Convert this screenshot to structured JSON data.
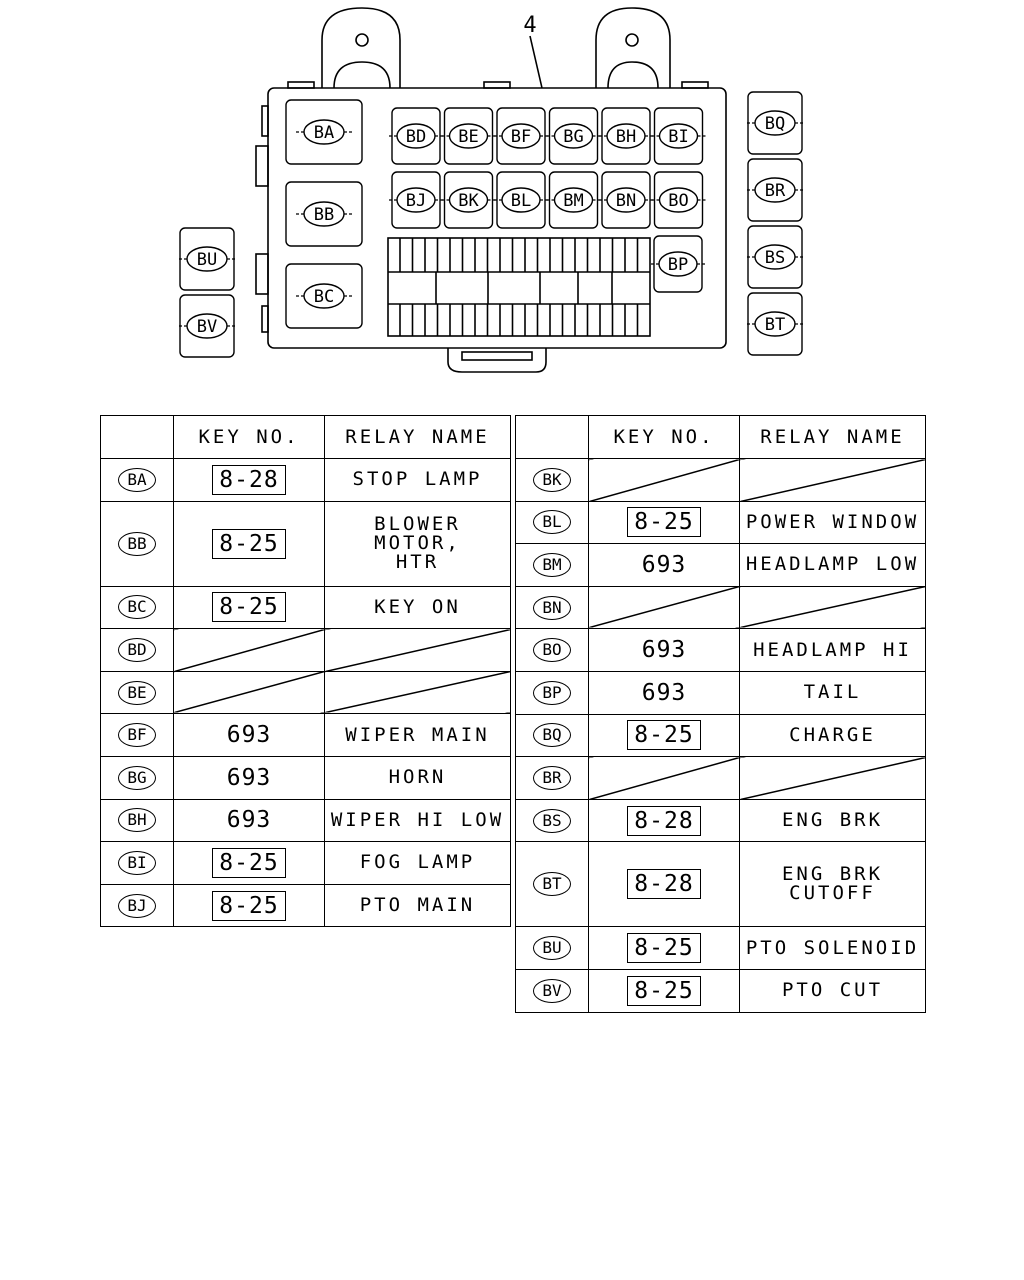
{
  "callout": "4",
  "fuse_box_labels": {
    "large": [
      "BA",
      "BB",
      "BC"
    ],
    "row1": [
      "BD",
      "BE",
      "BF",
      "BG",
      "BH",
      "BI"
    ],
    "row2": [
      "BJ",
      "BK",
      "BL",
      "BM",
      "BN",
      "BO"
    ],
    "side_p": "BP",
    "right": [
      "BQ",
      "BR",
      "BS",
      "BT"
    ],
    "left": [
      "BU",
      "BV"
    ]
  },
  "headers": {
    "key": "KEY NO.",
    "relay": "RELAY NAME"
  },
  "left_table": [
    {
      "code": "BA",
      "key": "8-28",
      "boxed": true,
      "name": [
        "STOP LAMP"
      ]
    },
    {
      "code": "BB",
      "key": "8-25",
      "boxed": true,
      "name": [
        "BLOWER MOTOR,",
        "HTR"
      ],
      "tall": true
    },
    {
      "code": "BC",
      "key": "8-25",
      "boxed": true,
      "name": [
        "KEY ON"
      ]
    },
    {
      "code": "BD",
      "key": null,
      "name": null
    },
    {
      "code": "BE",
      "key": null,
      "name": null
    },
    {
      "code": "BF",
      "key": "693",
      "boxed": false,
      "name": [
        "WIPER MAIN"
      ]
    },
    {
      "code": "BG",
      "key": "693",
      "boxed": false,
      "name": [
        "HORN"
      ]
    },
    {
      "code": "BH",
      "key": "693",
      "boxed": false,
      "name": [
        "WIPER HI LOW"
      ]
    },
    {
      "code": "BI",
      "key": "8-25",
      "boxed": true,
      "name": [
        "FOG LAMP"
      ]
    },
    {
      "code": "BJ",
      "key": "8-25",
      "boxed": true,
      "name": [
        "PTO MAIN"
      ]
    }
  ],
  "right_table": [
    {
      "code": "BK",
      "key": null,
      "name": null
    },
    {
      "code": "BL",
      "key": "8-25",
      "boxed": true,
      "name": [
        "POWER WINDOW"
      ]
    },
    {
      "code": "BM",
      "key": "693",
      "boxed": false,
      "name": [
        "HEADLAMP LOW"
      ]
    },
    {
      "code": "BN",
      "key": null,
      "name": null
    },
    {
      "code": "BO",
      "key": "693",
      "boxed": false,
      "name": [
        "HEADLAMP HI"
      ]
    },
    {
      "code": "BP",
      "key": "693",
      "boxed": false,
      "name": [
        "TAIL"
      ]
    },
    {
      "code": "BQ",
      "key": "8-25",
      "boxed": true,
      "name": [
        "CHARGE"
      ]
    },
    {
      "code": "BR",
      "key": null,
      "name": null
    },
    {
      "code": "BS",
      "key": "8-28",
      "boxed": true,
      "name": [
        "ENG BRK"
      ]
    },
    {
      "code": "BT",
      "key": "8-28",
      "boxed": true,
      "name": [
        "ENG BRK",
        "CUTOFF"
      ],
      "tall": true
    },
    {
      "code": "BU",
      "key": "8-25",
      "boxed": true,
      "name": [
        "PTO SOLENOID"
      ]
    },
    {
      "code": "BV",
      "key": "8-25",
      "boxed": true,
      "name": [
        "PTO CUT"
      ]
    }
  ]
}
